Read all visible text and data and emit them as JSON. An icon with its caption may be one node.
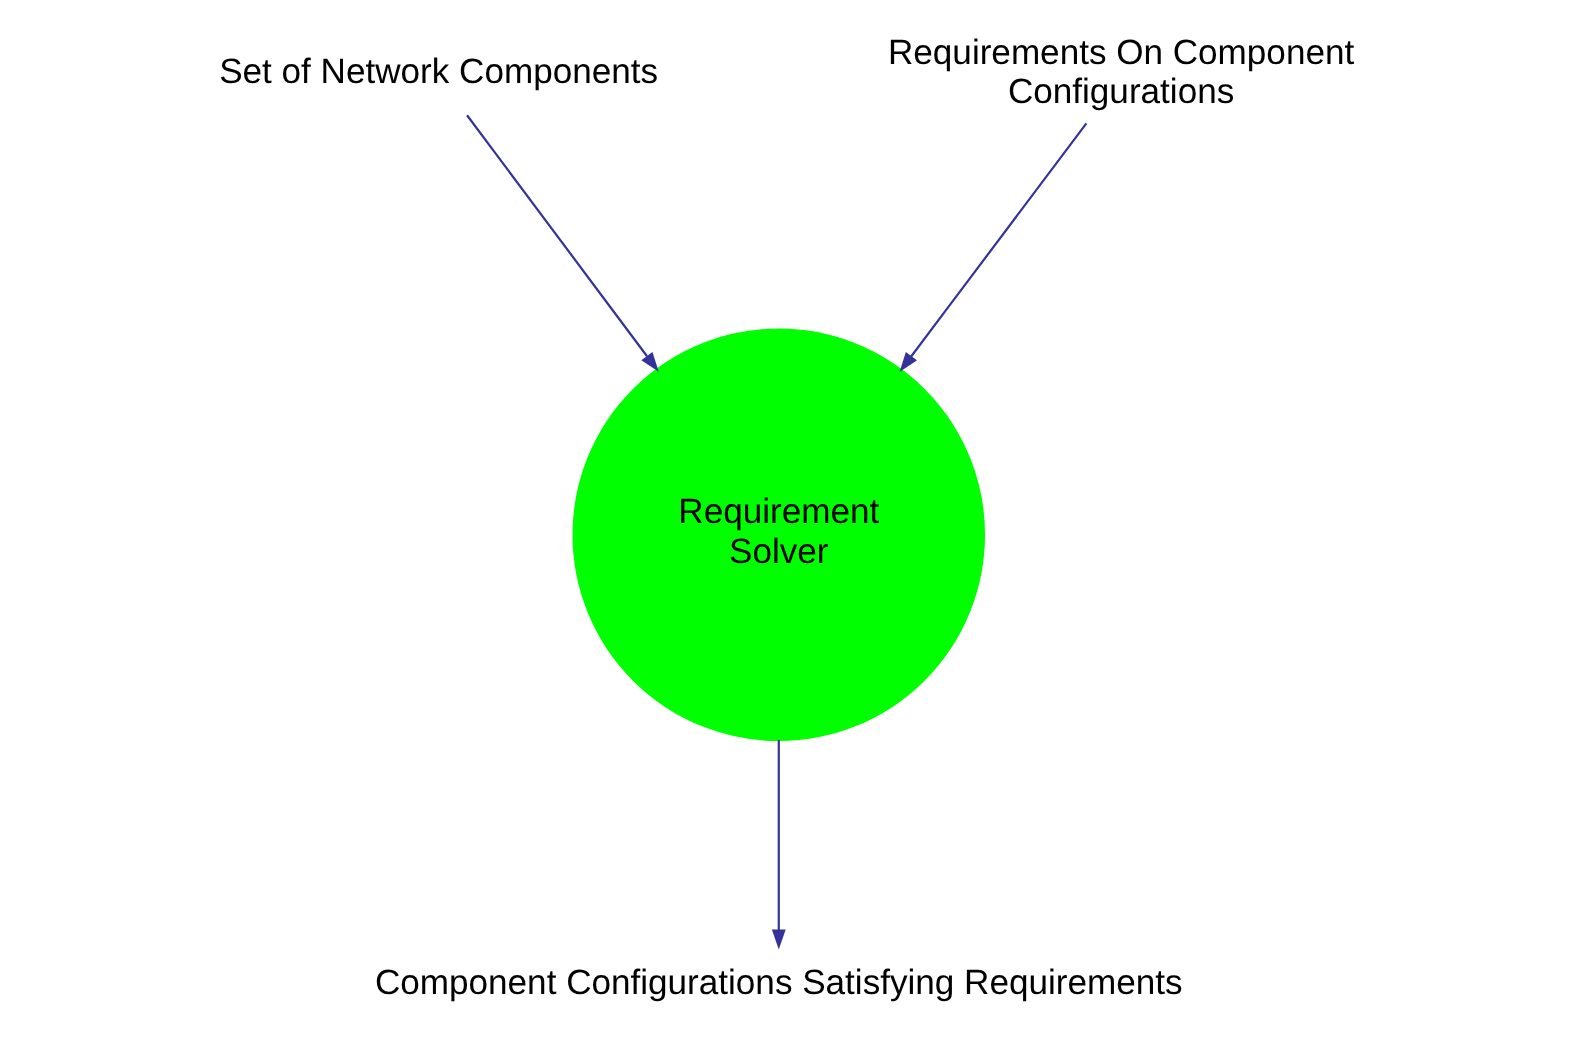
{
  "diagram": {
    "nodes": [
      {
        "text": [
          "Set of Network Components"
        ]
      },
      {
        "text": [
          "Requirements On Component Configurations"
        ]
      },
      {
        "text": [
          "Requirement Solver"
        ]
      },
      {
        "text": [
          "Component Configurations Satisfying Requirements"
        ]
      }
    ],
    "edges": [
      {
        "from": 0,
        "to": 2,
        "arrow": "to"
      },
      {
        "from": 1,
        "to": 2,
        "arrow": "to"
      },
      {
        "from": 2,
        "to": 3,
        "arrow": "to"
      }
    ]
  }
}
